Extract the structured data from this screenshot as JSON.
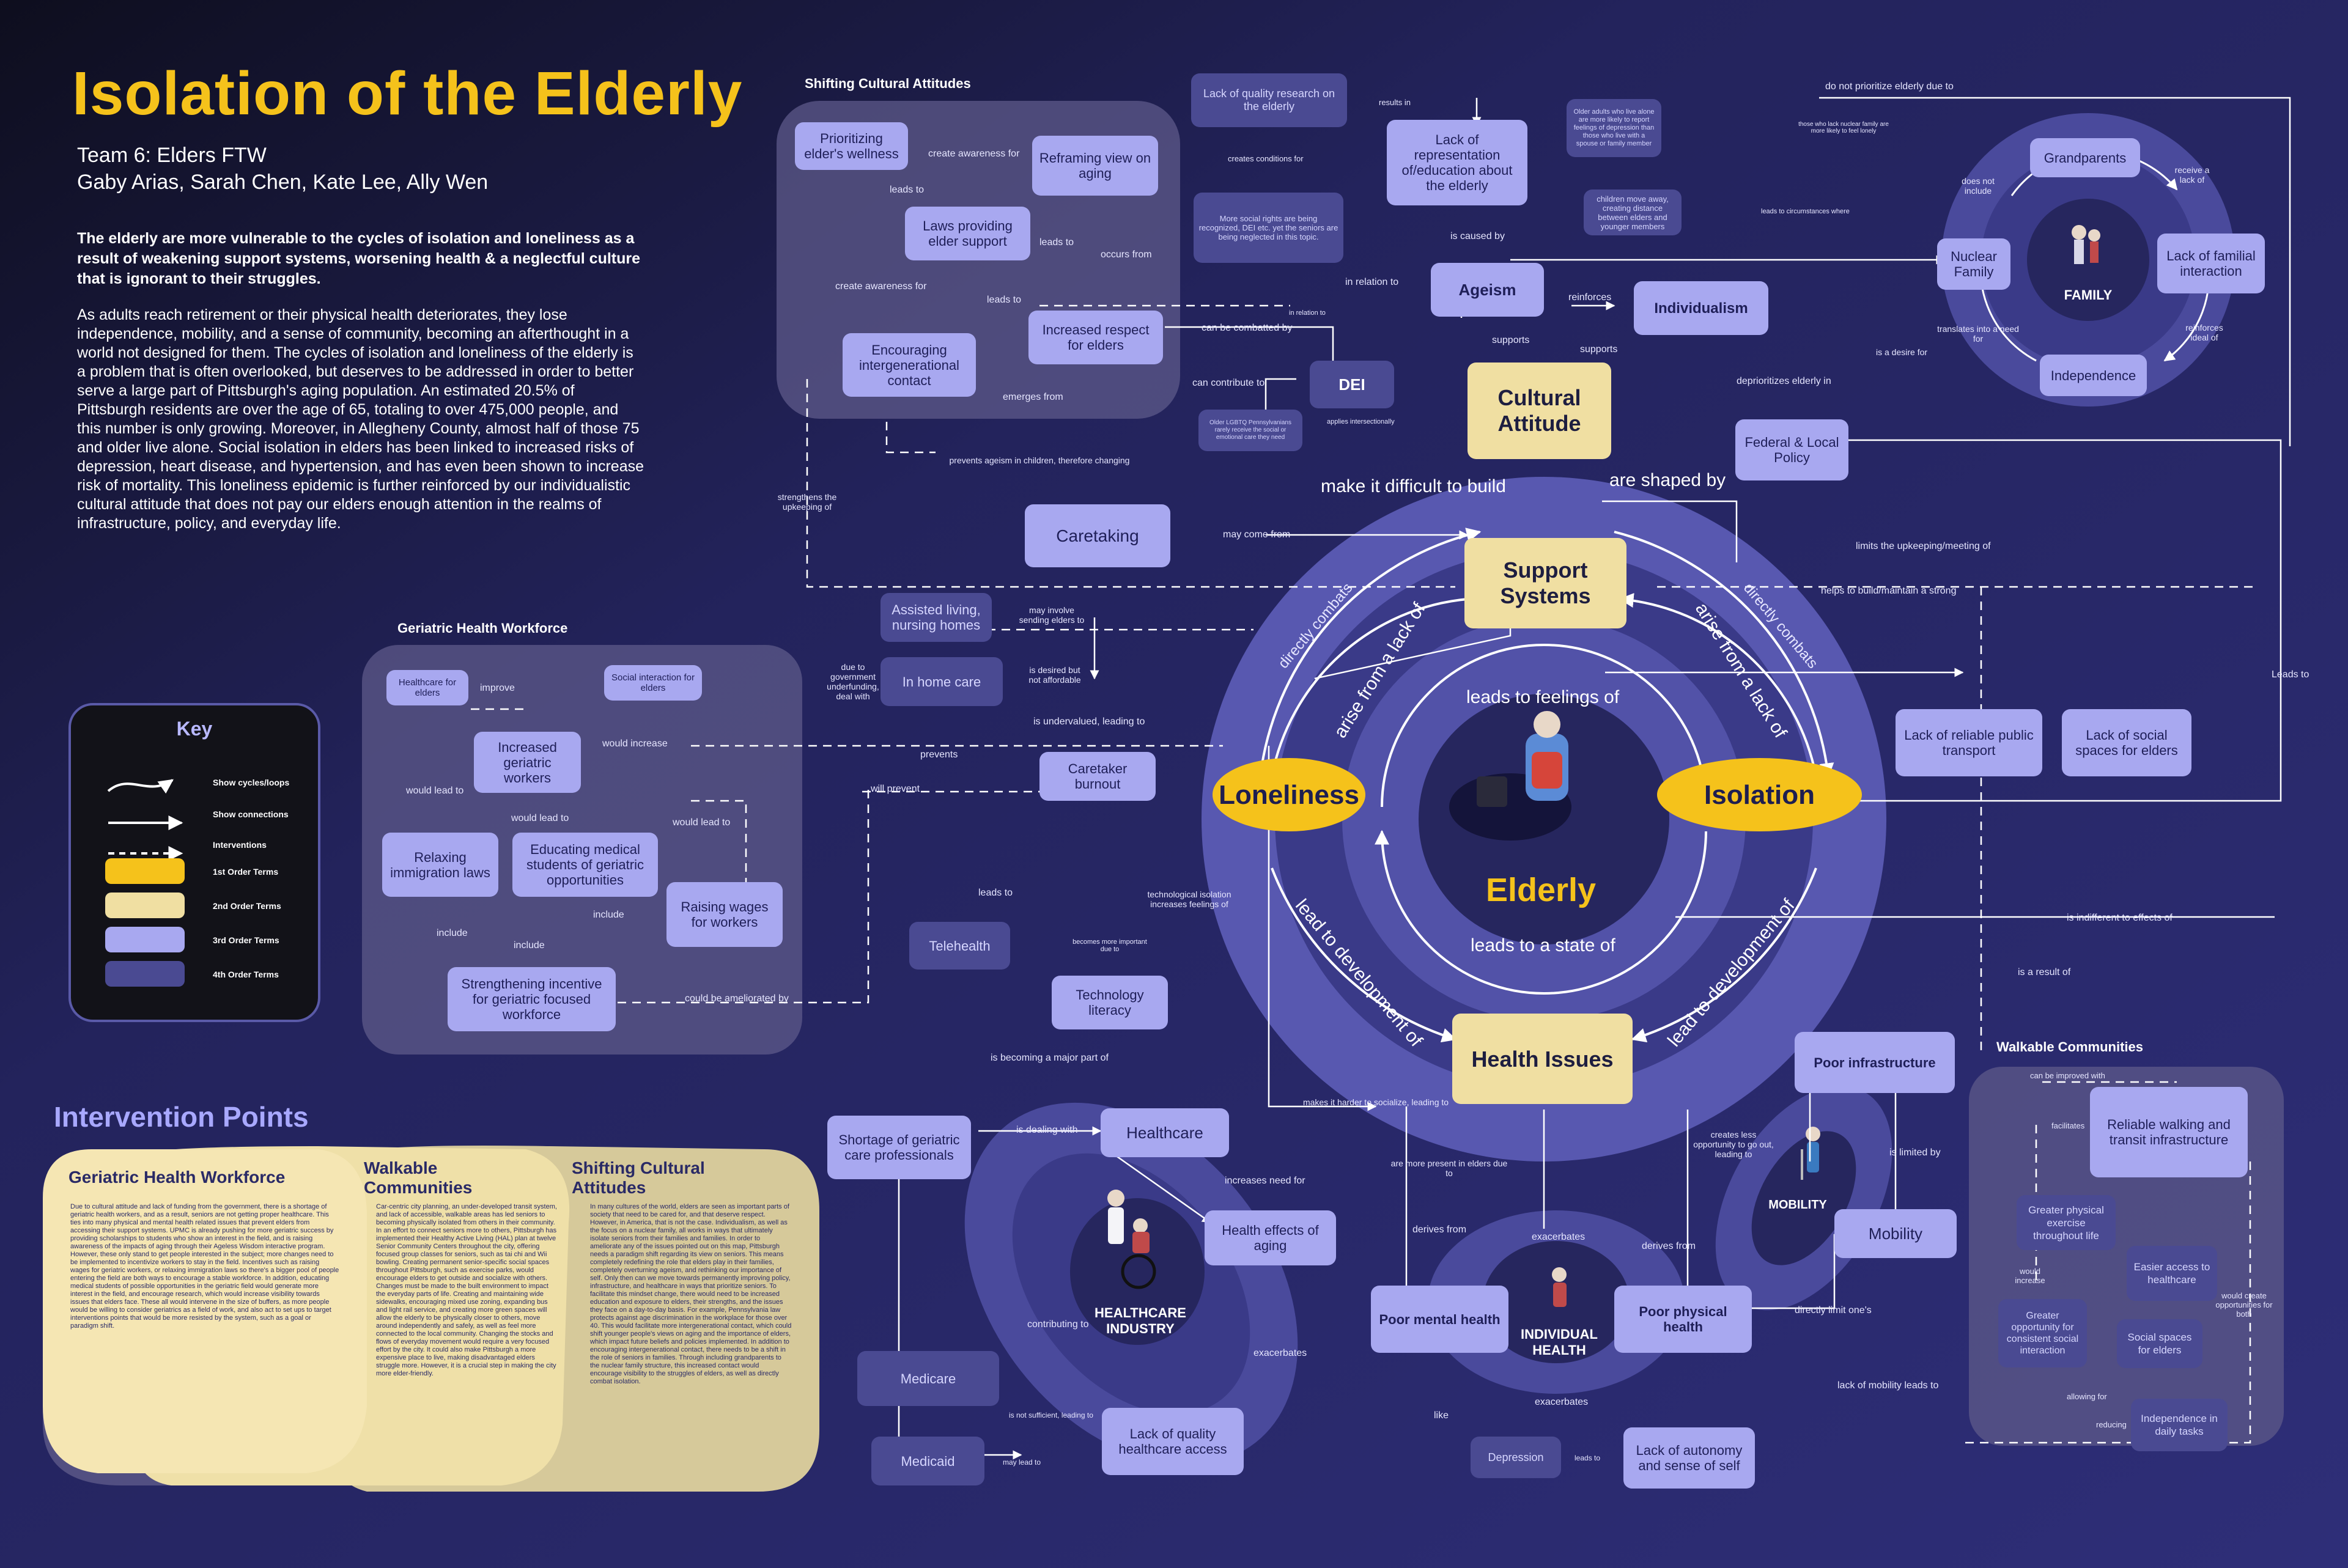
{
  "title": "Isolation of the Elderly",
  "team": "Team 6: Elders FTW",
  "members": "Gaby Arias, Sarah Chen, Kate Lee, Ally Wen",
  "intro_bold": "The elderly are more vulnerable to the cycles of isolation and loneliness as a result of weakening support systems, worsening health & a neglectful culture that is ignorant to their struggles.",
  "intro_body": "As adults reach retirement or their physical health deteriorates, they lose independence, mobility, and a sense of community, becoming an afterthought in a world not designed for them. The cycles of isolation and loneliness of the elderly is a problem that is often overlooked, but deserves to be addressed in order to better serve a large part of Pittsburgh's aging population. An estimated 20.5% of Pittsburgh residents are over the age of 65, totaling to over 475,000 people, and this number is only growing. Moreover, in Allegheny County, almost half of those 75 and older live alone. Social isolation in elders has been linked to increased risks of depression, heart disease, and hypertension, and has even been shown to increase risk of mortality. This loneliness epidemic is further reinforced by our individualistic cultural attitude that does not pay our elders enough attention in the realms of infrastructure, policy, and everyday life.",
  "colors": {
    "first_order": "#f5c21b",
    "second_order": "#f0dfa2",
    "third_order": "#a8a8f0",
    "fourth_order": "#4a4a92",
    "background": "#2b2b72"
  },
  "key": {
    "title": "Key",
    "items": [
      "Show cycles/loops",
      "Show connections",
      "Interventions",
      "1st Order Terms",
      "2nd Order Terms",
      "3rd Order Terms",
      "4th Order Terms"
    ]
  },
  "panels": {
    "shifting": "Shifting Cultural Attitudes",
    "geriatric": "Geriatric Health Workforce",
    "walkable": "Walkable Communities"
  },
  "center": {
    "elderly": "Elderly",
    "loneliness": "Loneliness",
    "isolation": "Isolation",
    "support": "Support Systems",
    "health": "Health Issues",
    "cultural": "Cultural Attitude",
    "leads_feelings": "leads to feelings of",
    "leads_state": "leads to a state of",
    "arise_left": "arise from a lack of",
    "arise_right": "arise from a lack of",
    "combats_left": "directly combats",
    "combats_right": "directly combats",
    "dev_left": "lead to development of",
    "dev_right": "lead to development of",
    "make_difficult": "make it difficult to build",
    "shaped_by": "are shaped by"
  },
  "nodes": {
    "prioritizing": "Prioritizing elder's wellness",
    "reframing": "Reframing view on aging",
    "laws": "Laws providing elder support",
    "increased_respect": "Increased respect for elders",
    "encouraging": "Encouraging intergenerational contact",
    "lack_research": "Lack of quality research on the elderly",
    "lack_representation": "Lack of representation of/education about the elderly",
    "rights_text": "More social rights are being recognized, DEI etc. yet the seniors are being neglected in this topic.",
    "lgbtq_text": "Older LGBTQ Pennsylvanians rarely receive the social or emotional care they need",
    "older_adults_text": "Older adults who live alone are more likely to report feelings of depression than those who live with a spouse or family member",
    "children_text": "children move away, creating distance between elders and younger members",
    "ageism": "Ageism",
    "individualism": "Individualism",
    "dei": "DEI",
    "federal": "Federal & Local Policy",
    "grandparents": "Grandparents",
    "nuclear": "Nuclear Family",
    "lack_familial": "Lack of familial interaction",
    "independence": "Independence",
    "family": "FAMILY",
    "caretaking": "Caretaking",
    "assisted": "Assisted living, nursing homes",
    "in_home": "In home care",
    "caretaker_burnout": "Caretaker burnout",
    "healthcare_for_elders": "Healthcare for elders",
    "social_interaction": "Social interaction for elders",
    "increased_workers": "Increased geriatric workers",
    "relaxing": "Relaxing immigration laws",
    "educating": "Educating medical students of geriatric opportunities",
    "raising": "Raising wages for workers",
    "strengthening": "Strengthening incentive for geriatric focused workforce",
    "telehealth": "Telehealth",
    "tech_literacy": "Technology literacy",
    "shortage": "Shortage of geriatric care professionals",
    "healthcare": "Healthcare",
    "health_effects": "Health effects of aging",
    "healthcare_industry": "HEALTHCARE INDUSTRY",
    "medicare": "Medicare",
    "medicaid": "Medicaid",
    "lack_quality_access": "Lack of quality healthcare access",
    "poor_mental": "Poor mental health",
    "poor_physical": "Poor physical health",
    "individual_health": "INDIVIDUAL HEALTH",
    "depression": "Depression",
    "lack_autonomy": "Lack of autonomy and sense of self",
    "poor_infra": "Poor infrastructure",
    "mobility": "Mobility",
    "mobility_label": "MOBILITY",
    "lack_transport": "Lack of reliable public transport",
    "lack_social_spaces": "Lack of social spaces for elders",
    "reliable_walking": "Reliable walking and transit infrastructure",
    "greater_exercise": "Greater physical exercise throughout life",
    "easier_access": "Easier access to healthcare",
    "greater_opportunity": "Greater opportunity for consistent social interaction",
    "social_spaces": "Social spaces for elders",
    "independence_daily": "Independence in daily tasks"
  },
  "labels": {
    "create_awareness_for": "create awareness for",
    "leads_to_a": "leads to",
    "leads_to_b": "leads to",
    "leads_to_c": "leads to",
    "occurs_from": "occurs from",
    "create_awareness_for_b": "create awareness for",
    "emerges_from": "emerges from",
    "can_be_combatted": "can be combatted by",
    "can_contribute": "can contribute to",
    "prevents_ageism": "prevents ageism in children, therefore changing",
    "strengthens": "strengthens the upkeeping of",
    "results_in": "results in",
    "creates_conditions": "creates conditions for",
    "is_caused_by": "is caused by",
    "in_relation_to": "in relation to",
    "in_relation_to_b": "in relation to",
    "reinforces": "reinforces",
    "supports_a": "supports",
    "supports_b": "supports",
    "applies": "applies intersectionally",
    "do_not_prioritize": "do not prioritize elderly due to",
    "those_lack": "those who lack nuclear family are more likely to feel lonely",
    "leads_circumstances": "leads to circumstances where",
    "is_desire": "is a desire for",
    "deprioritizes": "deprioritizes elderly in",
    "does_not_include": "does not include",
    "receive_lack": "receive a lack of",
    "reinforces_ideal": "reinforces ideal of",
    "translates": "translates into a need for",
    "may_come_from": "may come from",
    "limits_upkeeping": "limits the upkeeping/meeting of",
    "helps_build": "helps to build/maintain a strong",
    "leads_to_right": "Leads to",
    "may_involve": "may involve sending elders to",
    "due_to_gov": "due to government underfunding, deal with",
    "is_desired": "is desired but not affordable",
    "is_undervalued": "is undervalued, leading to",
    "prevents": "prevents",
    "will_prevent": "will prevent",
    "improve": "improve",
    "would_increase": "would increase",
    "would_lead_to_a": "would lead to",
    "would_lead_to_b": "would lead to",
    "would_lead_to_c": "would lead to",
    "include_a": "include",
    "include_b": "include",
    "include_c": "include",
    "could_be_ameliorated": "could be ameliorated by",
    "leads_to_tele": "leads to",
    "tech_isolation": "technological isolation increases feelings of",
    "becomes_more": "becomes more important due to",
    "is_becoming_major": "is becoming a major part of",
    "is_dealing_with": "is dealing with",
    "increases_need": "increases need for",
    "contributing_to": "contributing to",
    "exacerbates_a": "exacerbates",
    "not_sufficient": "is not sufficient, leading to",
    "may_lead_to": "may lead to",
    "makes_harder": "makes it harder to socialize, leading to",
    "more_present": "are more present in elders due to",
    "derives_from_a": "derives from",
    "derives_from_b": "derives from",
    "exacerbates_b": "exacerbates",
    "exacerbates_c": "exacerbates",
    "like": "like",
    "leads_to_dep": "leads to",
    "creates_less": "creates less opportunity to go out, leading to",
    "is_limited_by": "is limited by",
    "directly_limit": "directly limit one's",
    "lack_mobility": "lack of mobility leads to",
    "is_indifferent": "is indifferent to effects of",
    "is_a_result": "is a result of",
    "can_be_improved": "can be improved with",
    "facilitates": "facilitates",
    "would_increase_w": "would increase",
    "would_create": "would create opportunities for both",
    "allowing_for": "allowing for",
    "reducing": "reducing"
  },
  "intervention": {
    "title": "Intervention Points",
    "col1_head": "Geriatric Health Workforce",
    "col1_text": "Due to cultural attitude and lack of funding from the government, there is a shortage of geriatric health workers, and as a result, seniors are not getting proper healthcare. This ties into many physical and mental health related issues that prevent elders from accessing their support systems. UPMC is already pushing for more geriatric success by providing scholarships to students who show an interest in the field, and is raising awareness of the impacts of aging through their Ageless Wisdom interactive program. However, these only stand to get people interested in the subject; more changes need to be implemented to incentivize workers to stay in the field. Incentives such as raising wages for geriatric workers, or relaxing immigration laws so there's a bigger pool of people entering the field are both ways to encourage a stable workforce. In addition, educating medical students of possible opportunities in the geriatric field would generate more interest in the field, and encourage research, which would increase visibility towards issues that elders face. These all would intervene in the size of buffers, as more people would be willing to consider geriatrics as a field of work, and also act to set ups to target interventions points that would be more resisted by the system, such as a goal or paradigm shift.",
    "col2_head": "Walkable Communities",
    "col2_text": "Car-centric city planning, an under-developed transit system, and lack of accessible, walkable areas has led seniors to becoming physically isolated from others in their community. In an effort to connect seniors more to others, Pittsburgh has implemented their Healthy Active Living (HAL) plan at twelve Senior Community Centers throughout the city, offering focused group classes for seniors, such as tai chi and Wii bowling. Creating permanent senior-specific social spaces throughout Pittsburgh, such as exercise parks, would encourage elders to get outside and socialize with others. Changes must be made to the built environment to impact the everyday parts of life. Creating and maintaining wide sidewalks, encouraging mixed use zoning, expanding bus and light rail service, and creating more green spaces will allow the elderly to be physically closer to others, move around independently and safely, as well as feel more connected to the local community. Changing the stocks and flows of everyday movement would require a very focused effort by the city. It could also make Pittsburgh a more expensive place to live, making disadvantaged elders struggle more. However, it is a crucial step in making the city more elder-friendly.",
    "col3_head": "Shifting Cultural Attitudes",
    "col3_text": "In many cultures of the world, elders are seen as important parts of society that need to be cared for, and that deserve respect. However, in America, that is not the case. Individualism, as well as the focus on a nuclear family, all works in ways that ultimately isolate seniors from their families and families. In order to ameliorate any of the issues pointed out on this map, Pittsburgh needs a paradigm shift regarding its view on seniors. This means completely redefining the role that elders play in their families, completely overturning ageism, and rethinking our importance of self. Only then can we move towards permanently improving policy, infrastructure, and healthcare in ways that prioritize seniors. To facilitate this mindset change, there would need to be increased education and exposure to elders, their strengths, and the issues they face on a day-to-day basis. For example, Pennsylvania law protects against age discrimination in the workplace for those over 40. This would facilitate more intergenerational contact, which could shift younger people's views on aging and the importance of elders, which impact future beliefs and policies implemented. In addition to encouraging intergenerational contact, there needs to be a shift in the role of seniors in families. Through including grandparents to the nuclear family structure, this increased contact would encourage visibility to the struggles of elders, as well as directly combat isolation."
  }
}
